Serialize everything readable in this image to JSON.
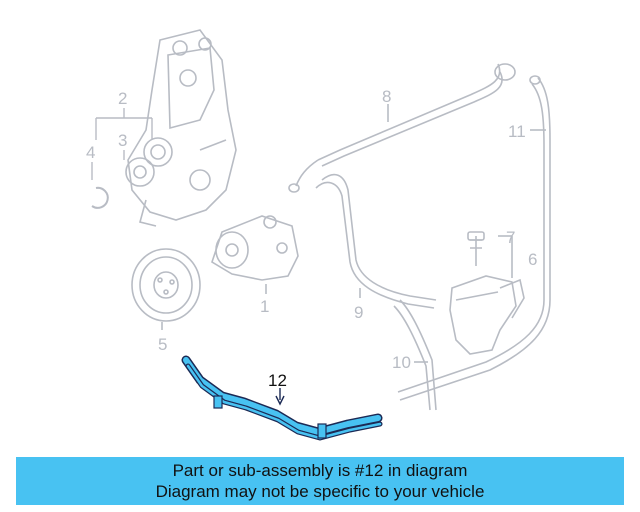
{
  "callouts": {
    "c1": "1",
    "c2": "2",
    "c3": "3",
    "c4": "4",
    "c5": "5",
    "c6": "6",
    "c7": "7",
    "c8": "8",
    "c9": "9",
    "c10": "10",
    "c11": "11",
    "c12": "12"
  },
  "highlight_part": "12",
  "banner": {
    "line1": "Part or sub-assembly is #12 in diagram",
    "line2": "Diagram may not be specific to your vehicle"
  },
  "colors": {
    "linework": "#b8bcc4",
    "highlight_fill": "#48c2f2",
    "highlight_outline": "#1c2a55",
    "banner": "#48c2f2"
  }
}
